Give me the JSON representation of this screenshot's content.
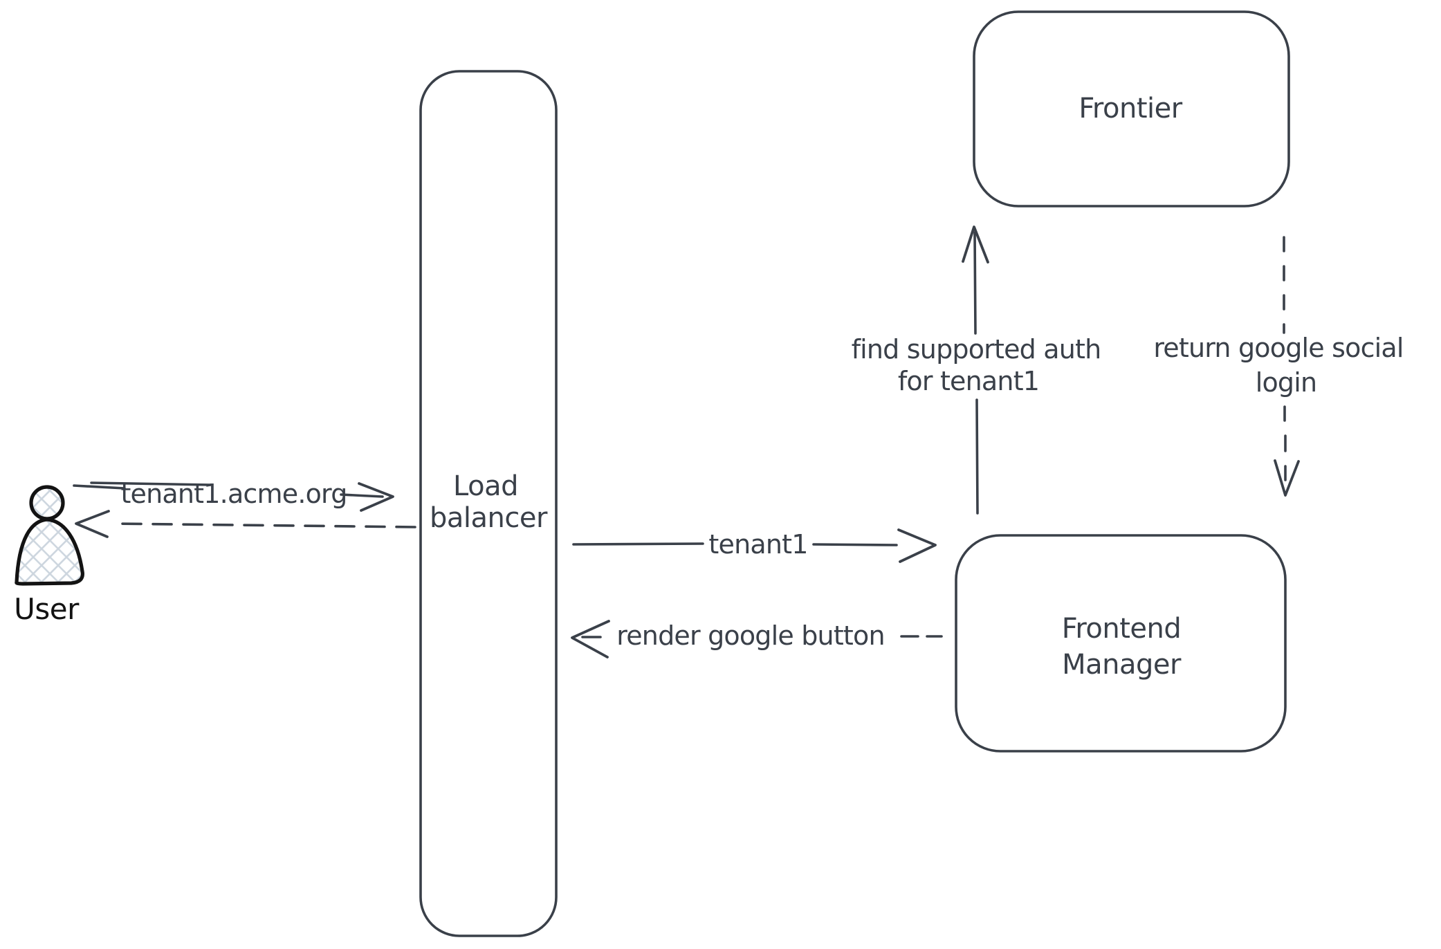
{
  "app": {
    "type": "hand-drawn-architecture-diagram",
    "background": "#ffffff"
  },
  "colors": {
    "stroke": "#3a4049",
    "user_outline": "#131313",
    "hatch_fill": "#ccd5de",
    "shape_fill": "#ffffff"
  },
  "nodes": {
    "user": {
      "label": "User"
    },
    "load_balancer": {
      "line1": "Load",
      "line2": "balancer"
    },
    "frontier": {
      "label": "Frontier"
    },
    "frontend_manager": {
      "line1": "Frontend",
      "line2": "Manager"
    }
  },
  "arrows": {
    "user_to_lb": {
      "label": "tenant1.acme.org",
      "style": "solid",
      "direction": "right"
    },
    "lb_to_user": {
      "label": "",
      "style": "dashed",
      "direction": "left"
    },
    "lb_to_fm": {
      "label": "tenant1",
      "style": "solid",
      "direction": "right"
    },
    "fm_to_lb": {
      "label": "render google button",
      "style": "dashed",
      "direction": "left"
    },
    "fm_to_frontier": {
      "line1": "find supported auth",
      "line2": "for tenant1",
      "style": "solid",
      "direction": "up"
    },
    "frontier_to_fm": {
      "line1": "return google social",
      "line2": "login",
      "style": "dashed",
      "direction": "down"
    }
  }
}
